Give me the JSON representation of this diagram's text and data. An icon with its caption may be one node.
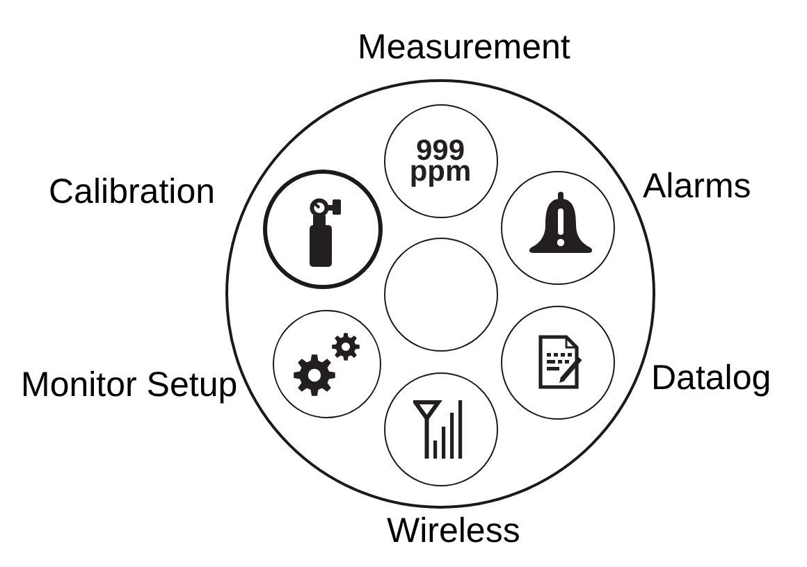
{
  "diagram": {
    "nodes": [
      {
        "text": [],
        "shape": "circle"
      },
      {
        "text": [
          "999 ppm"
        ],
        "in": 0,
        "beside": [
          "Measurement"
        ]
      },
      {
        "text": [],
        "shape": "circle",
        "in": 0,
        "beside": [
          "Calibration"
        ]
      },
      {
        "text": [],
        "shape": "circle",
        "in": 0,
        "beside": [
          "Alarms"
        ]
      },
      {
        "text": [],
        "shape": "circle",
        "in": 0
      },
      {
        "text": [],
        "shape": "circle",
        "in": 0,
        "beside": [
          "Monitor Setup"
        ]
      },
      {
        "text": [],
        "shape": "circle",
        "in": 0,
        "beside": [
          "Datalog"
        ]
      },
      {
        "text": [],
        "shape": "circle",
        "in": 0,
        "beside": [
          "Wireless"
        ]
      }
    ]
  }
}
